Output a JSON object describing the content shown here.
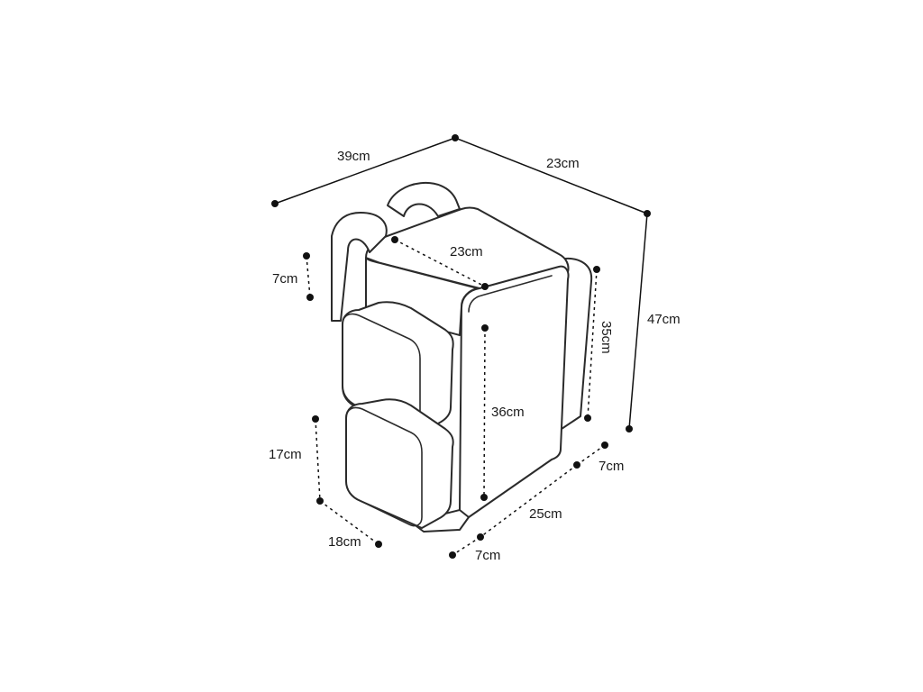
{
  "dimensions": {
    "top_left_width": "39cm",
    "top_right_depth": "23cm",
    "overall_height": "47cm",
    "top_panel_width": "23cm",
    "side_pocket_depth_top": "7cm",
    "main_height": "36cm",
    "rear_height": "35cm",
    "side_pocket_height": "17cm",
    "side_pocket_width": "18cm",
    "front_depth_right": "7cm",
    "base_width": "25cm",
    "front_depth_left": "7cm"
  }
}
